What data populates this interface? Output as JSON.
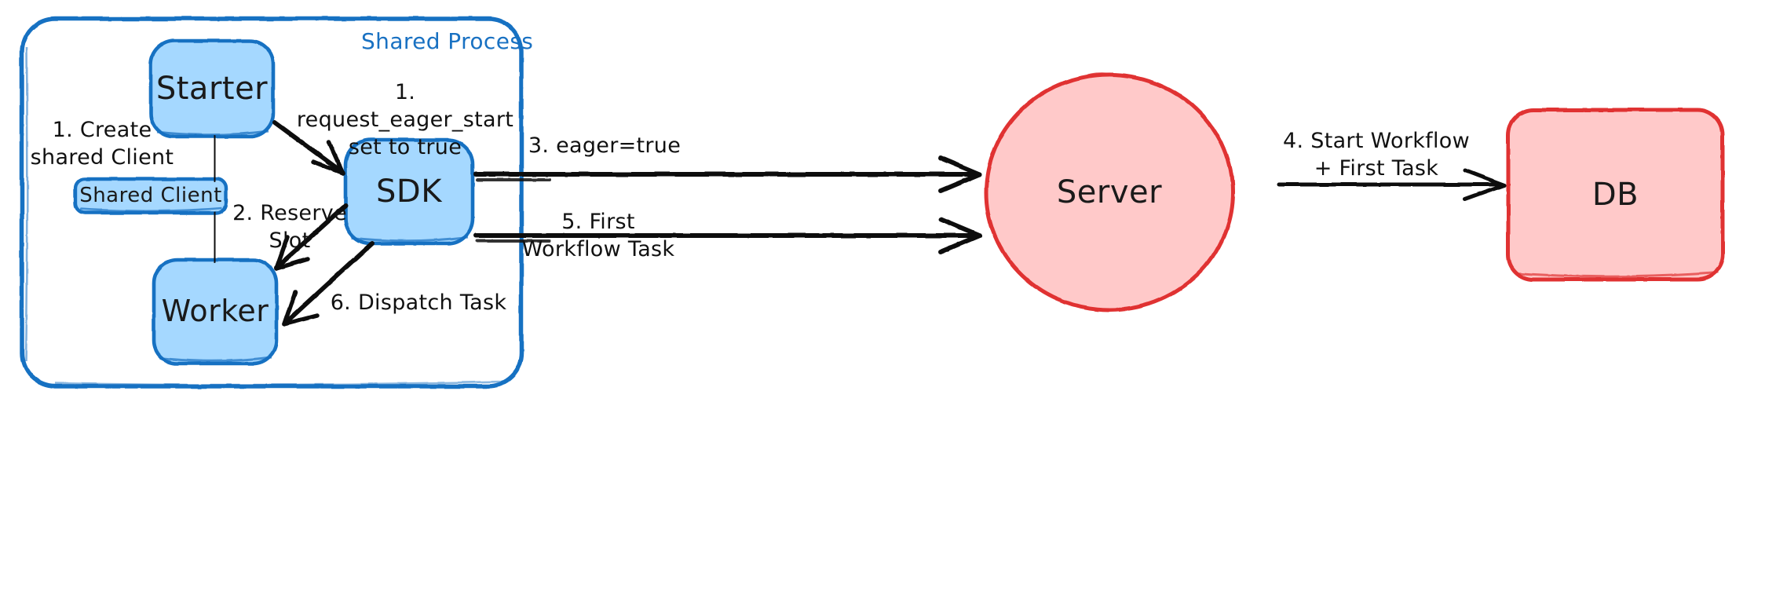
{
  "diagram": {
    "title_visible": false,
    "colors": {
      "blue_stroke": "#1971c2",
      "blue_fill": "#a5d8ff",
      "red_stroke": "#e03131",
      "red_fill": "#ffc9c9",
      "ink": "#1a1a1a",
      "background": "#ffffff"
    },
    "container": {
      "label": "Shared Process",
      "label_color": "#1971c2"
    },
    "nodes": [
      {
        "id": "starter",
        "label": "Starter",
        "shape": "rounded-rect",
        "fill": "#a5d8ff",
        "stroke": "#1971c2",
        "font_size": 40
      },
      {
        "id": "shared-client",
        "label": "Shared Client",
        "shape": "rounded-rect",
        "fill": "#a5d8ff",
        "stroke": "#1971c2",
        "font_size": 26
      },
      {
        "id": "worker",
        "label": "Worker",
        "shape": "rounded-rect",
        "fill": "#a5d8ff",
        "stroke": "#1971c2",
        "font_size": 38
      },
      {
        "id": "sdk",
        "label": "SDK",
        "shape": "rounded-rect",
        "fill": "#a5d8ff",
        "stroke": "#1971c2",
        "font_size": 40
      },
      {
        "id": "server",
        "label": "Server",
        "shape": "ellipse",
        "fill": "#ffc9c9",
        "stroke": "#e03131",
        "font_size": 40
      },
      {
        "id": "db",
        "label": "DB",
        "shape": "rounded-rect",
        "fill": "#ffc9c9",
        "stroke": "#e03131",
        "font_size": 40
      }
    ],
    "edges": [
      {
        "id": "create-shared-client",
        "from": "starter",
        "to": "shared-client",
        "label": "1. Create\nshared Client",
        "arrow": false
      },
      {
        "id": "request-eager-start",
        "from": "starter",
        "to": "sdk",
        "label": "1. request_eager_start\nset to true",
        "arrow": true
      },
      {
        "id": "reserve-slot",
        "from": "sdk",
        "to": "worker",
        "label": "2. Reserve\nSlot",
        "arrow": true
      },
      {
        "id": "eager-true",
        "from": "sdk",
        "to": "server",
        "label": "3. eager=true",
        "arrow": true
      },
      {
        "id": "start-workflow",
        "from": "server",
        "to": "db",
        "label": "4. Start Workflow\n+ First Task",
        "arrow": true
      },
      {
        "id": "first-workflow-task",
        "from": "server",
        "to": "sdk",
        "label": "5. First\nWorkflow Task",
        "arrow": true
      },
      {
        "id": "dispatch-task",
        "from": "sdk",
        "to": "worker",
        "label": "6. Dispatch Task",
        "arrow": true
      }
    ]
  }
}
